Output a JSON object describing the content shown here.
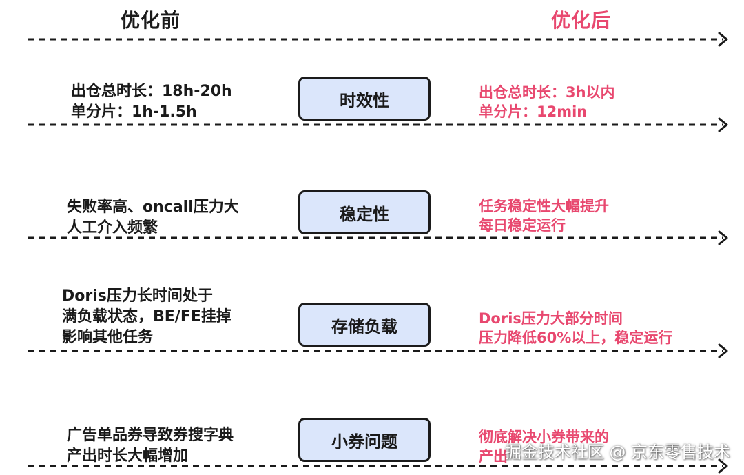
{
  "headers": {
    "before": "优化前",
    "after": "优化后"
  },
  "rows": [
    {
      "tag": "时效性",
      "before": [
        "出仓总时长：18h-20h",
        "单分片：1h-1.5h"
      ],
      "after": [
        "出仓总时长：3h以内",
        "单分片：12min"
      ]
    },
    {
      "tag": "稳定性",
      "before": [
        "失败率高、oncall压力大",
        "人工介入频繁"
      ],
      "after": [
        "任务稳定性大幅提升",
        "每日稳定运行"
      ]
    },
    {
      "tag": "存储负载",
      "before": [
        "Doris压力长时间处于",
        "满负载状态，BE/FE挂掉",
        "影响其他任务"
      ],
      "after": [
        "Doris压力大部分时间",
        "压力降低60%以上，稳定运行"
      ]
    },
    {
      "tag": "小券问题",
      "before": [
        "广告单品券导致券搜字典",
        "产出时长大幅增加"
      ],
      "after": [
        "彻底解决小券带来的",
        "产出"
      ]
    }
  ],
  "watermark": "掘金技术社区 @ 京东零售技术",
  "colors": {
    "accent": "#e8486f",
    "tag_fill": "#dbe6fb",
    "ink": "#1a1a1a"
  }
}
